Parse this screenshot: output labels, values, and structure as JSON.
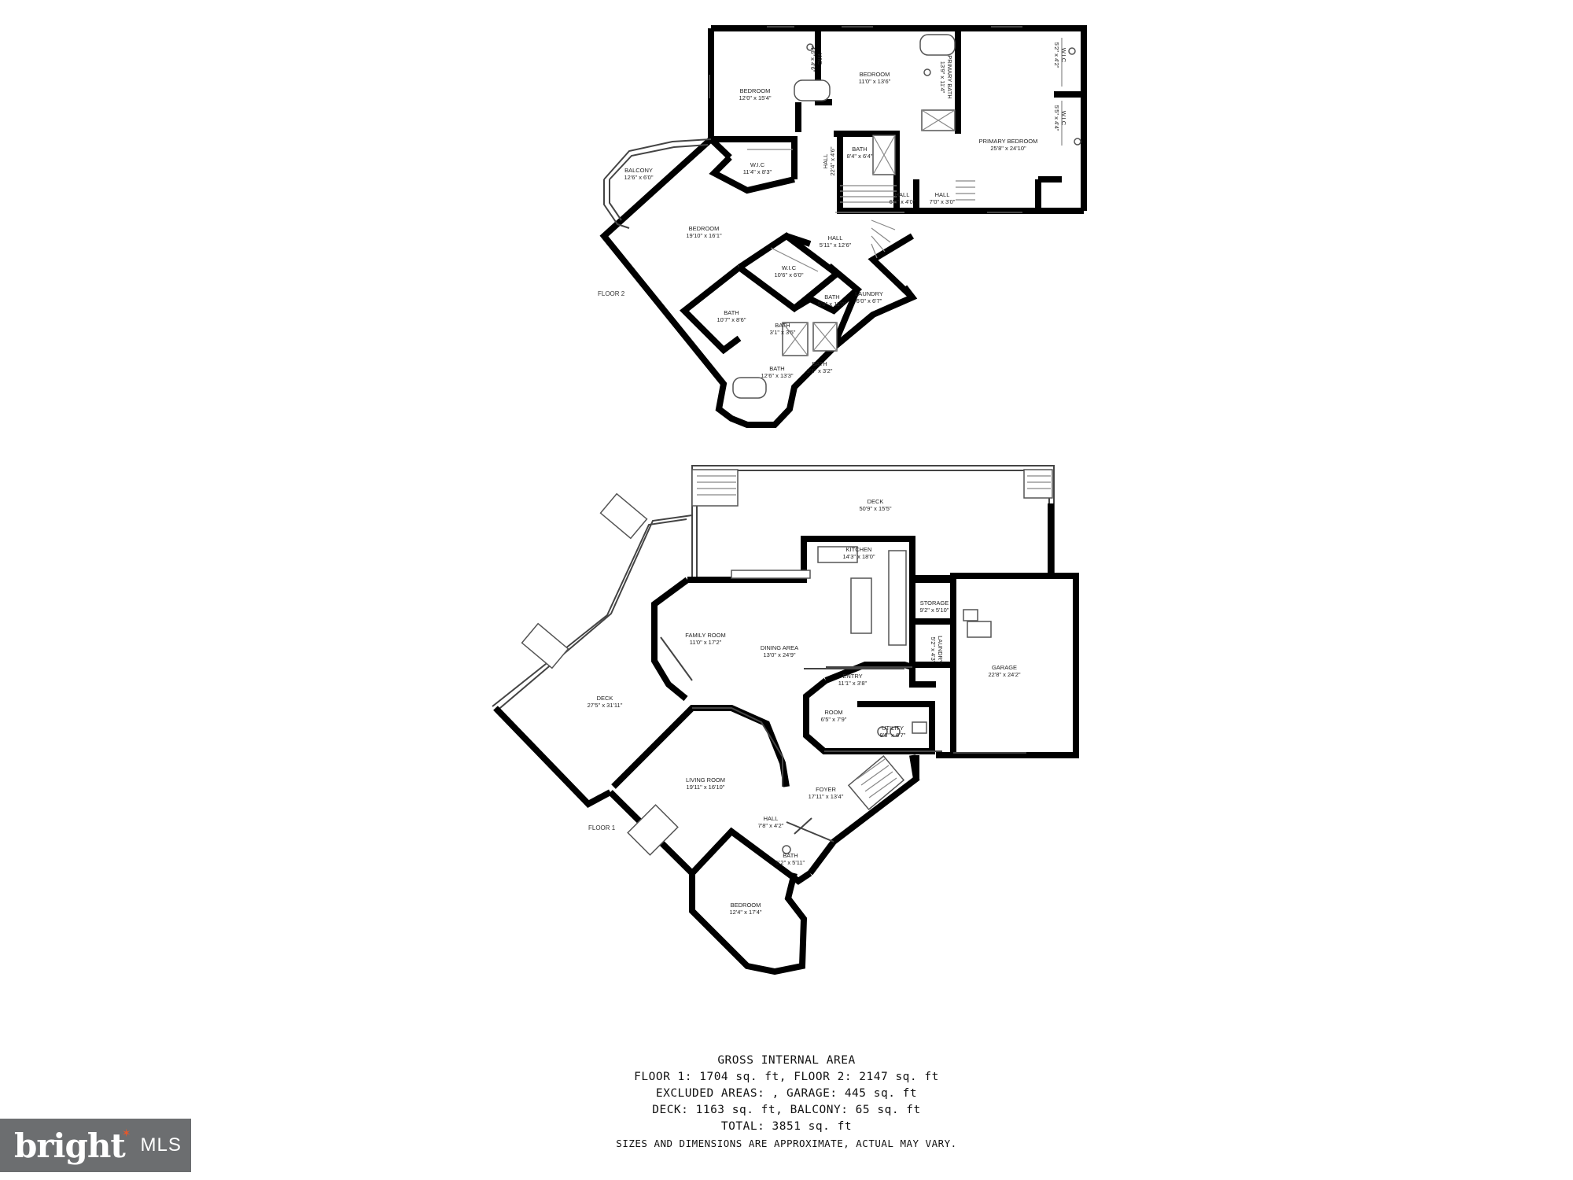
{
  "floor2": {
    "label": "FLOOR 2",
    "rooms": [
      {
        "name": "BEDROOM",
        "dim": "12'0\" x 15'4\""
      },
      {
        "name": "WIC",
        "dim": "4'6\" x 4'6\""
      },
      {
        "name": "BEDROOM",
        "dim": "11'0\" x 13'6\""
      },
      {
        "name": "PRIMARY BATH",
        "dim": "13'9\" x 11'4\""
      },
      {
        "name": "W.I.C",
        "dim": "5'2\" x 4'2\""
      },
      {
        "name": "W.I.C",
        "dim": "5'5\" x 4'4\""
      },
      {
        "name": "PRIMARY BEDROOM",
        "dim": "25'8\" x 24'10\""
      },
      {
        "name": "BALCONY",
        "dim": "12'6\" x 6'0\""
      },
      {
        "name": "W.I.C",
        "dim": "11'4\" x 8'3\""
      },
      {
        "name": "HALL",
        "dim": "22'4\" x 4'6\""
      },
      {
        "name": "BATH",
        "dim": "8'4\" x 6'4\""
      },
      {
        "name": "HALL",
        "dim": "6'6\" x 4'0\""
      },
      {
        "name": "HALL",
        "dim": "7'0\" x 3'0\""
      },
      {
        "name": "BEDROOM",
        "dim": "19'10\" x 16'1\""
      },
      {
        "name": "HALL",
        "dim": "5'11\" x 12'6\""
      },
      {
        "name": "W.I.C",
        "dim": "10'6\" x 6'0\""
      },
      {
        "name": "BATH",
        "dim": "10'7\" x 8'6\""
      },
      {
        "name": "BATH",
        "dim": "5'8\" x 11'0\""
      },
      {
        "name": "LAUNDRY",
        "dim": "6'0\" x 6'7\""
      },
      {
        "name": "BATH",
        "dim": "3'1\" x 3'5\""
      },
      {
        "name": "BATH",
        "dim": "12'6\" x 13'3\""
      },
      {
        "name": "BATH",
        "dim": "3'1\" x 3'2\""
      }
    ]
  },
  "floor1": {
    "label": "FLOOR 1",
    "rooms": [
      {
        "name": "DECK",
        "dim": "50'9\" x 15'5\""
      },
      {
        "name": "KITCHEN",
        "dim": "14'3\" x 18'0\""
      },
      {
        "name": "STORAGE",
        "dim": "9'2\" x 5'10\""
      },
      {
        "name": "LAUNDRY",
        "dim": "5'2\" x 4'3\""
      },
      {
        "name": "FAMILY ROOM",
        "dim": "11'0\" x 17'2\""
      },
      {
        "name": "DINING AREA",
        "dim": "13'0\" x 24'9\""
      },
      {
        "name": "GARAGE",
        "dim": "22'8\" x 24'2\""
      },
      {
        "name": "DECK",
        "dim": "27'5\" x 31'11\""
      },
      {
        "name": "ENTRY",
        "dim": "11'1\" x 3'8\""
      },
      {
        "name": "ROOM",
        "dim": "6'5\" x 7'9\""
      },
      {
        "name": "UTILITY",
        "dim": "9'6\" x 6'7\""
      },
      {
        "name": "LIVING ROOM",
        "dim": "19'11\" x 16'10\""
      },
      {
        "name": "FOYER",
        "dim": "17'11\" x 13'4\""
      },
      {
        "name": "HALL",
        "dim": "7'8\" x 4'2\""
      },
      {
        "name": "BATH",
        "dim": "5'2\" x 5'11\""
      },
      {
        "name": "BEDROOM",
        "dim": "12'4\" x 17'4\""
      }
    ]
  },
  "summary": {
    "title": "GROSS INTERNAL AREA",
    "line1": "FLOOR 1: 1704 sq. ft, FLOOR 2: 2147 sq. ft",
    "line2": "EXCLUDED AREAS: , GARAGE: 445 sq. ft",
    "line3": "DECK: 1163 sq. ft, BALCONY: 65 sq. ft",
    "line4": "TOTAL: 3851 sq. ft",
    "disclaimer": "SIZES AND DIMENSIONS ARE APPROXIMATE, ACTUAL MAY VARY."
  },
  "logo": {
    "brand": "bright",
    "suffix": "MLS"
  }
}
